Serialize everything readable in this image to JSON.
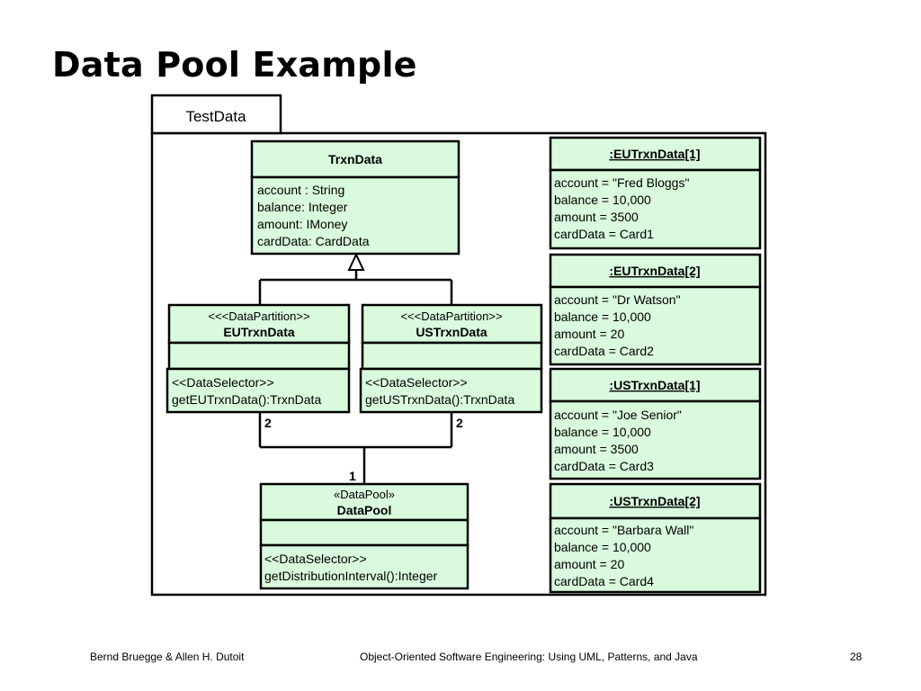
{
  "slide": {
    "title": "Data Pool Example",
    "footer_left": "Bernd Bruegge & Allen H. Dutoit",
    "footer_center": "Object-Oriented Software Engineering: Using UML, Patterns, and Java",
    "page_number": "28"
  },
  "colors": {
    "box_fill": "#d9fadc",
    "frame_fill": "#ffffff",
    "line": "#000000"
  },
  "diagram": {
    "package_label": "TestData",
    "classes": {
      "trxn_data": {
        "name": "TrxnData",
        "attributes": [
          "account : String",
          "balance: Integer",
          "amount: IMoney",
          "cardData: CardData"
        ]
      },
      "eu_trxn_data": {
        "stereotype": "<<<DataPartition>>",
        "name": "EUTrxnData",
        "operations": [
          "<<DataSelector>>",
          "getEUTrxnData():TrxnData"
        ]
      },
      "us_trxn_data": {
        "stereotype": "<<<DataPartition>>",
        "name": "USTrxnData",
        "operations": [
          "<<DataSelector>>",
          "getUSTrxnData():TrxnData"
        ]
      },
      "data_pool": {
        "stereotype": "«DataPool»",
        "name": "DataPool",
        "operations": [
          "<<DataSelector>>",
          "getDistributionInterval():Integer"
        ]
      }
    },
    "multiplicities": {
      "eu_end": "2",
      "us_end": "2",
      "pool_end": "1"
    },
    "objects": [
      {
        "name": ":EUTrxnData[1]",
        "slots": [
          "account = \"Fred Bloggs\"",
          "balance = 10,000",
          "amount = 3500",
          "cardData = Card1"
        ]
      },
      {
        "name": ":EUTrxnData[2]",
        "slots": [
          "account = \"Dr Watson\"",
          "balance = 10,000",
          "amount = 20",
          "cardData = Card2"
        ]
      },
      {
        "name": ":USTrxnData[1]",
        "slots": [
          "account = \"Joe Senior\"",
          "balance = 10,000",
          "amount = 3500",
          "cardData = Card3"
        ]
      },
      {
        "name": ":USTrxnData[2]",
        "slots": [
          "account = \"Barbara Wall\"",
          "balance = 10,000",
          "amount = 20",
          "cardData = Card4"
        ]
      }
    ]
  }
}
